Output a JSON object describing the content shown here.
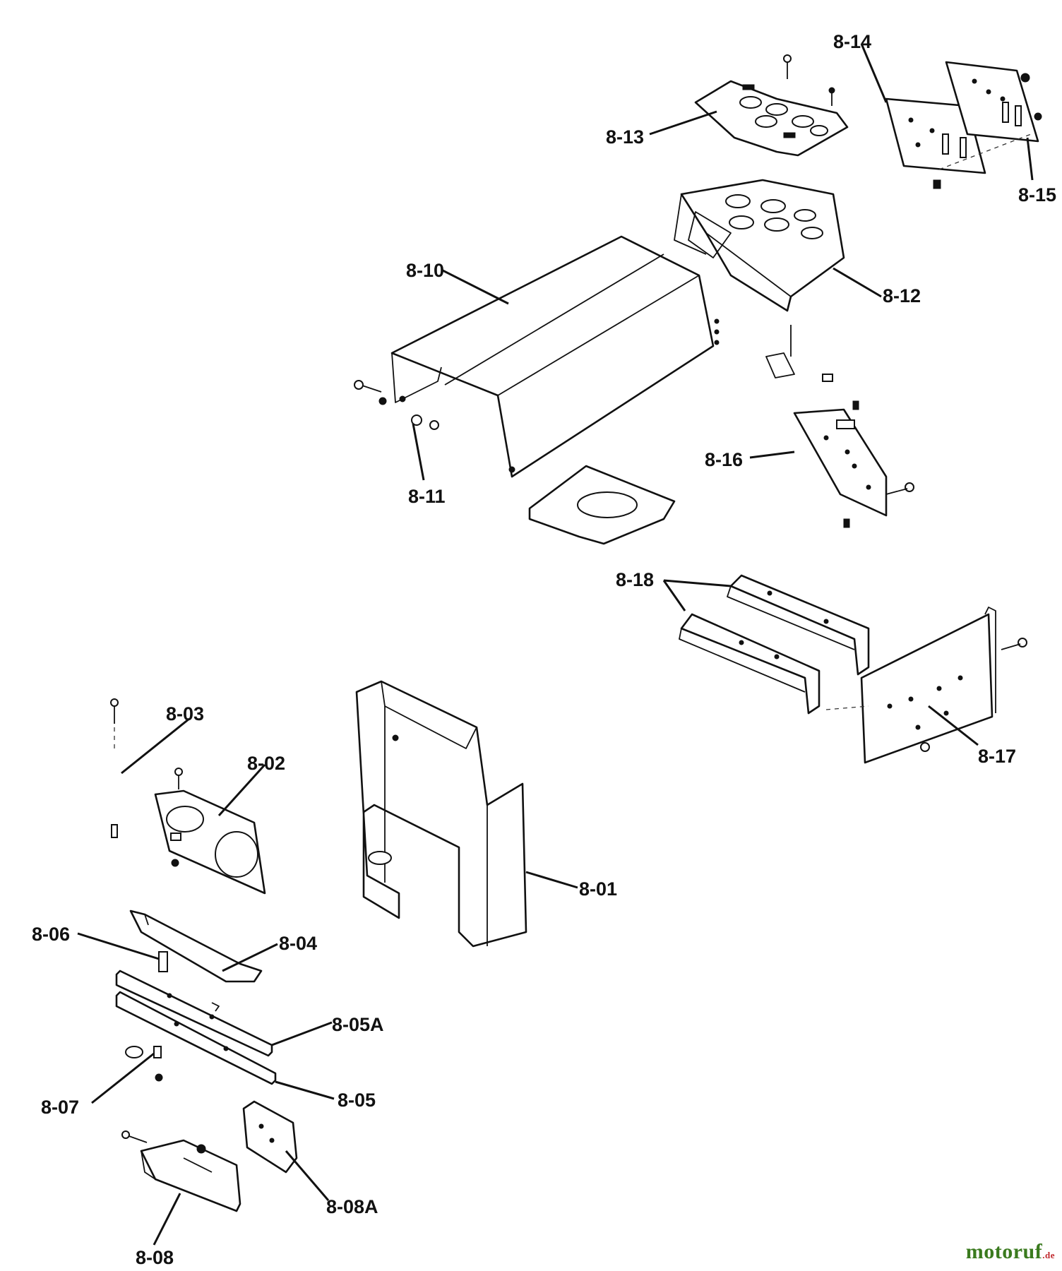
{
  "labels": {
    "p8_01": "8-01",
    "p8_02": "8-02",
    "p8_03": "8-03",
    "p8_04": "8-04",
    "p8_05": "8-05",
    "p8_05A": "8-05A",
    "p8_06": "8-06",
    "p8_07": "8-07",
    "p8_08": "8-08",
    "p8_08A": "8-08A",
    "p8_10": "8-10",
    "p8_11": "8-11",
    "p8_12": "8-12",
    "p8_13": "8-13",
    "p8_14": "8-14",
    "p8_15": "8-15",
    "p8_16": "8-16",
    "p8_17": "8-17",
    "p8_18": "8-18"
  },
  "watermark": {
    "main": "motoruf",
    "tld": ".de"
  },
  "colors": {
    "ink": "#111111",
    "background": "#ffffff",
    "watermark_green": "#3a7a1e",
    "watermark_red": "#c0282d"
  }
}
